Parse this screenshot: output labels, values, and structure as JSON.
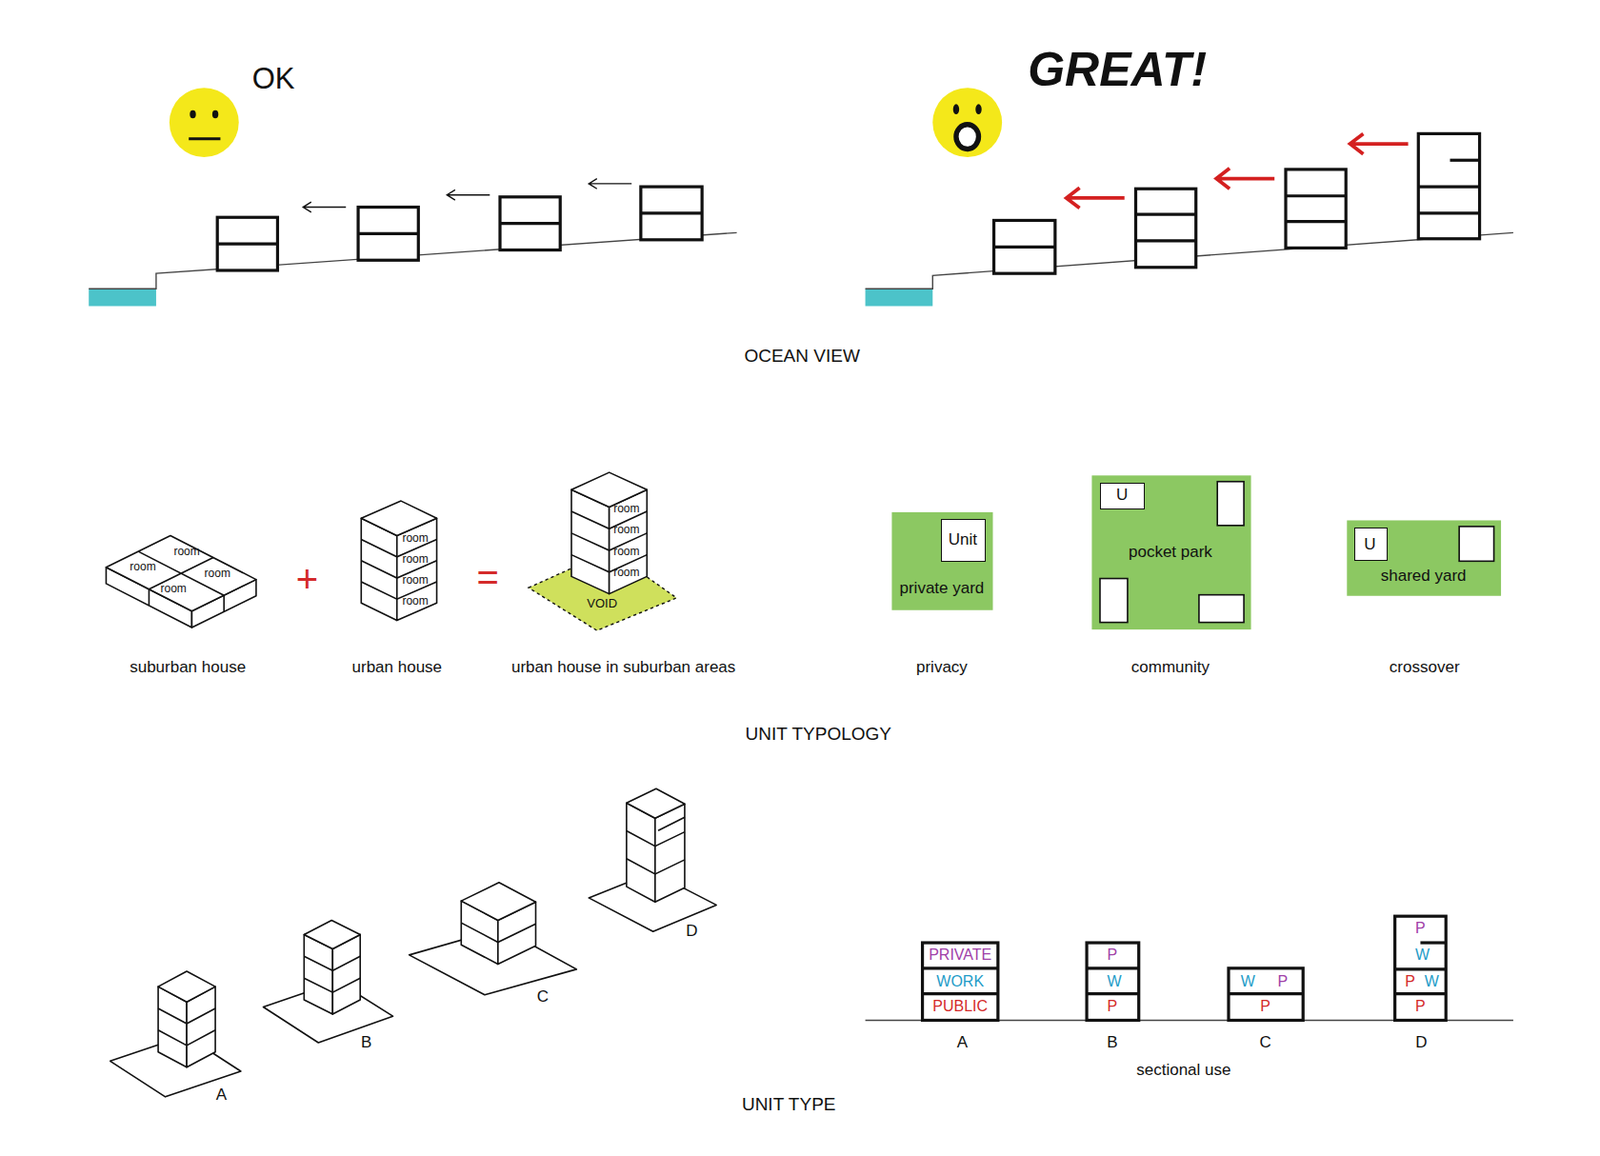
{
  "diagram": {
    "nodes": [
      {
        "text": [
          "private yard"
        ]
      },
      {
        "text": [
          "Unit"
        ],
        "in": 0
      },
      {
        "text": [
          "pocket park"
        ]
      },
      {
        "text": [
          "U"
        ],
        "in": 2
      },
      {
        "text": [
          "shared yard"
        ]
      },
      {
        "text": [
          "U"
        ],
        "in": 4
      },
      {
        "text": [
          "PRIVATE"
        ]
      },
      {
        "text": [
          "WORK"
        ]
      },
      {
        "text": [
          "PUBLIC"
        ]
      },
      {
        "text": [
          "P"
        ]
      },
      {
        "text": [
          "W"
        ]
      },
      {
        "text": [
          "P"
        ]
      },
      {
        "text": [
          "W",
          "P"
        ]
      },
      {
        "text": [
          "P"
        ]
      },
      {
        "text": [
          "P",
          "W"
        ]
      },
      {
        "text": [
          "P",
          "W"
        ]
      },
      {
        "text": [
          "P"
        ]
      }
    ],
    "labels": [
      "OK",
      "GREAT!",
      "OCEAN VIEW",
      "room",
      "room",
      "room",
      "room",
      "room",
      "room",
      "room",
      "room",
      "room",
      "room",
      "room",
      "room",
      "VOID",
      "suburban house",
      "urban house",
      "urban house in suburban areas",
      "privacy",
      "community",
      "crossover",
      "UNIT TYPOLOGY",
      "A",
      "B",
      "C",
      "D",
      "UNIT TYPE",
      "A",
      "B",
      "C",
      "D",
      "sectional use",
      "+",
      "="
    ]
  }
}
